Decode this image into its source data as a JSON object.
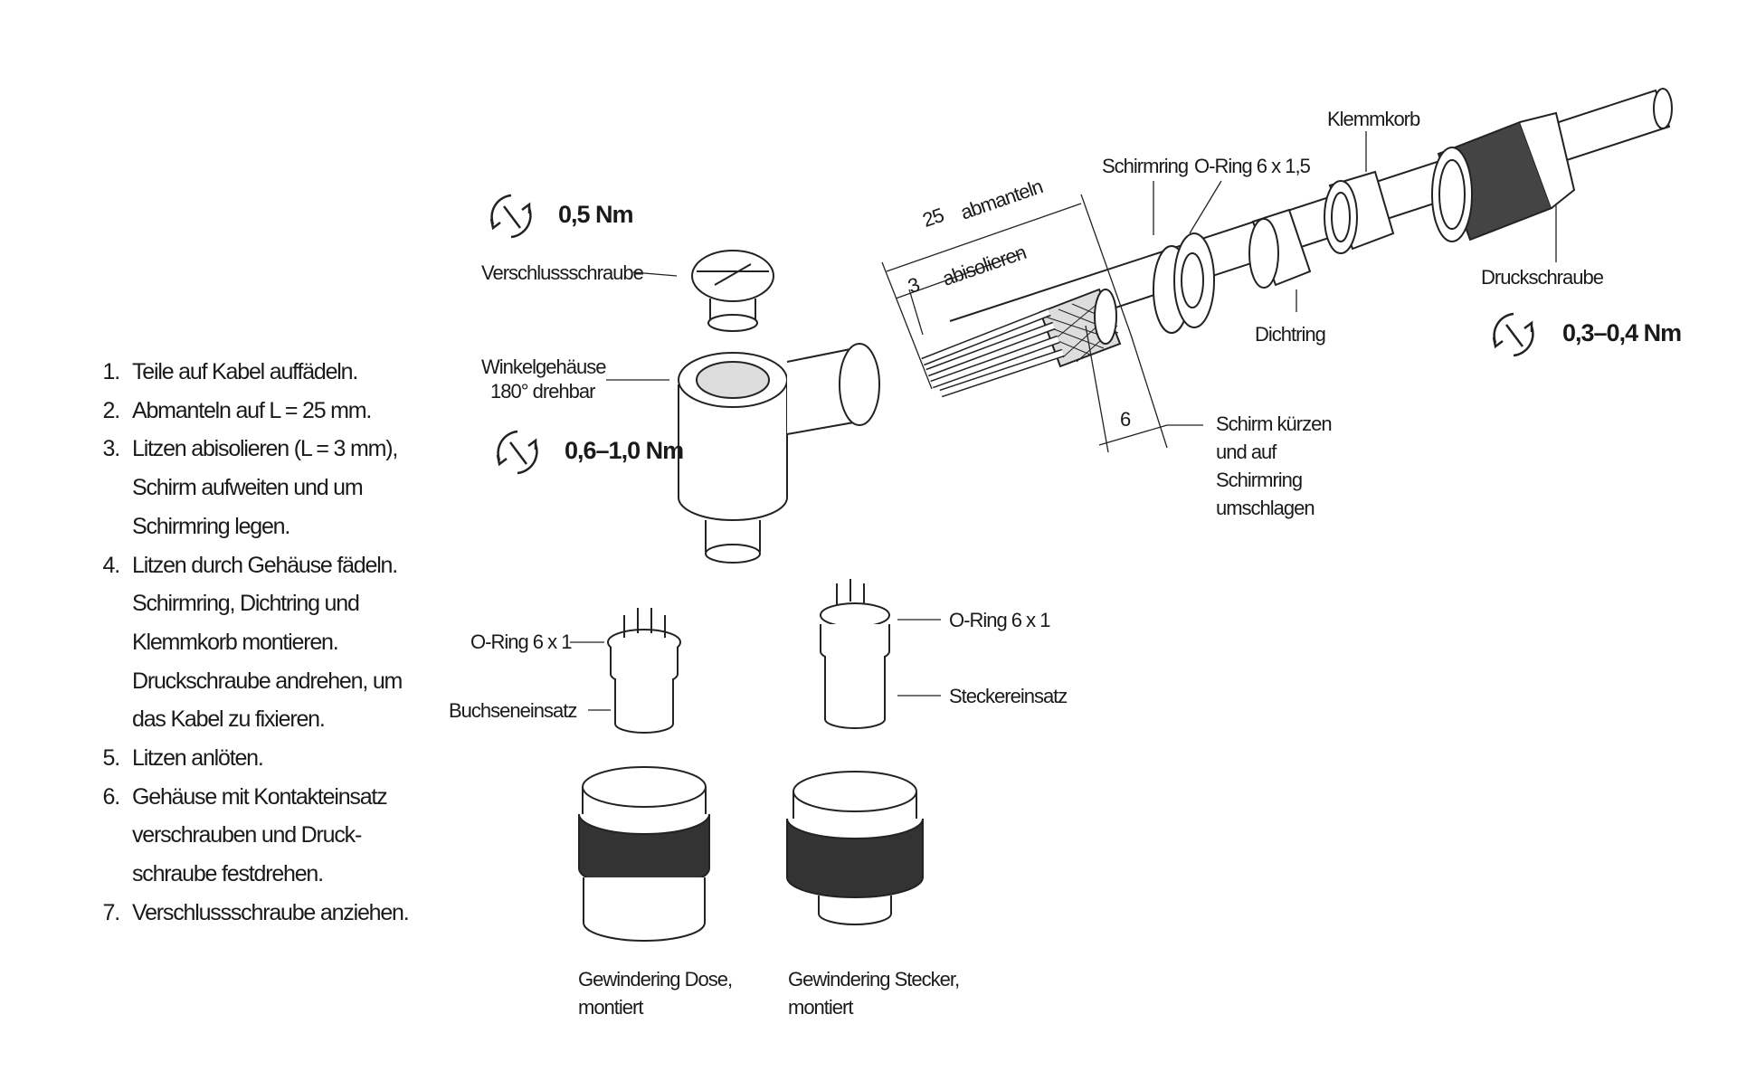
{
  "instructions": [
    {
      "num": "1.",
      "lines": [
        "Teile auf Kabel auffädeln."
      ]
    },
    {
      "num": "2.",
      "lines": [
        "Abmanteln auf L = 25 mm."
      ]
    },
    {
      "num": "3.",
      "lines": [
        "Litzen abisolieren (L = 3 mm),",
        "Schirm aufweiten und um",
        "Schirmring legen."
      ]
    },
    {
      "num": "4.",
      "lines": [
        "Litzen durch Gehäuse fädeln.",
        "Schirmring, Dichtring und",
        "Klemmkorb montieren.",
        "Druckschraube andrehen, um",
        "das Kabel zu fixieren."
      ]
    },
    {
      "num": "5.",
      "lines": [
        "Litzen anlöten."
      ]
    },
    {
      "num": "6.",
      "lines": [
        "Gehäuse mit Kontakteinsatz",
        "verschrauben und Druck-",
        "schraube festdrehen."
      ]
    },
    {
      "num": "7.",
      "lines": [
        "Verschlussschraube anziehen."
      ]
    }
  ],
  "labels": {
    "verschlussschraube": "Verschlussschraube",
    "winkelgehaeuse_1": "Winkelgehäuse",
    "winkelgehaeuse_2": "180° drehbar",
    "abmanteln_value": "25",
    "abmanteln": "abmanteln",
    "abisolieren_value": "3",
    "abisolieren": "abisolieren",
    "schirmring": "Schirmring",
    "oring_15": "O-Ring 6 x 1,5",
    "klemmkorb": "Klemmkorb",
    "druckschraube": "Druckschraube",
    "dichtring": "Dichtring",
    "shield_value": "6",
    "schirm_1": "Schirm kürzen",
    "schirm_2": "und auf",
    "schirm_3": "Schirmring",
    "schirm_4": "umschlagen",
    "oring_left": "O-Ring 6 x 1",
    "buchseneinsatz": "Buchseneinsatz",
    "oring_right": "O-Ring 6 x 1",
    "steckereinsatz": "Steckereinsatz",
    "dose_1": "Gewindering Dose,",
    "dose_2": "montiert",
    "stecker_1": "Gewindering Stecker,",
    "stecker_2": "montiert"
  },
  "torques": {
    "verschlussschraube": "0,5 Nm",
    "gehaeuse": "0,6–1,0 Nm",
    "druckschraube": "0,3–0,4 Nm"
  }
}
